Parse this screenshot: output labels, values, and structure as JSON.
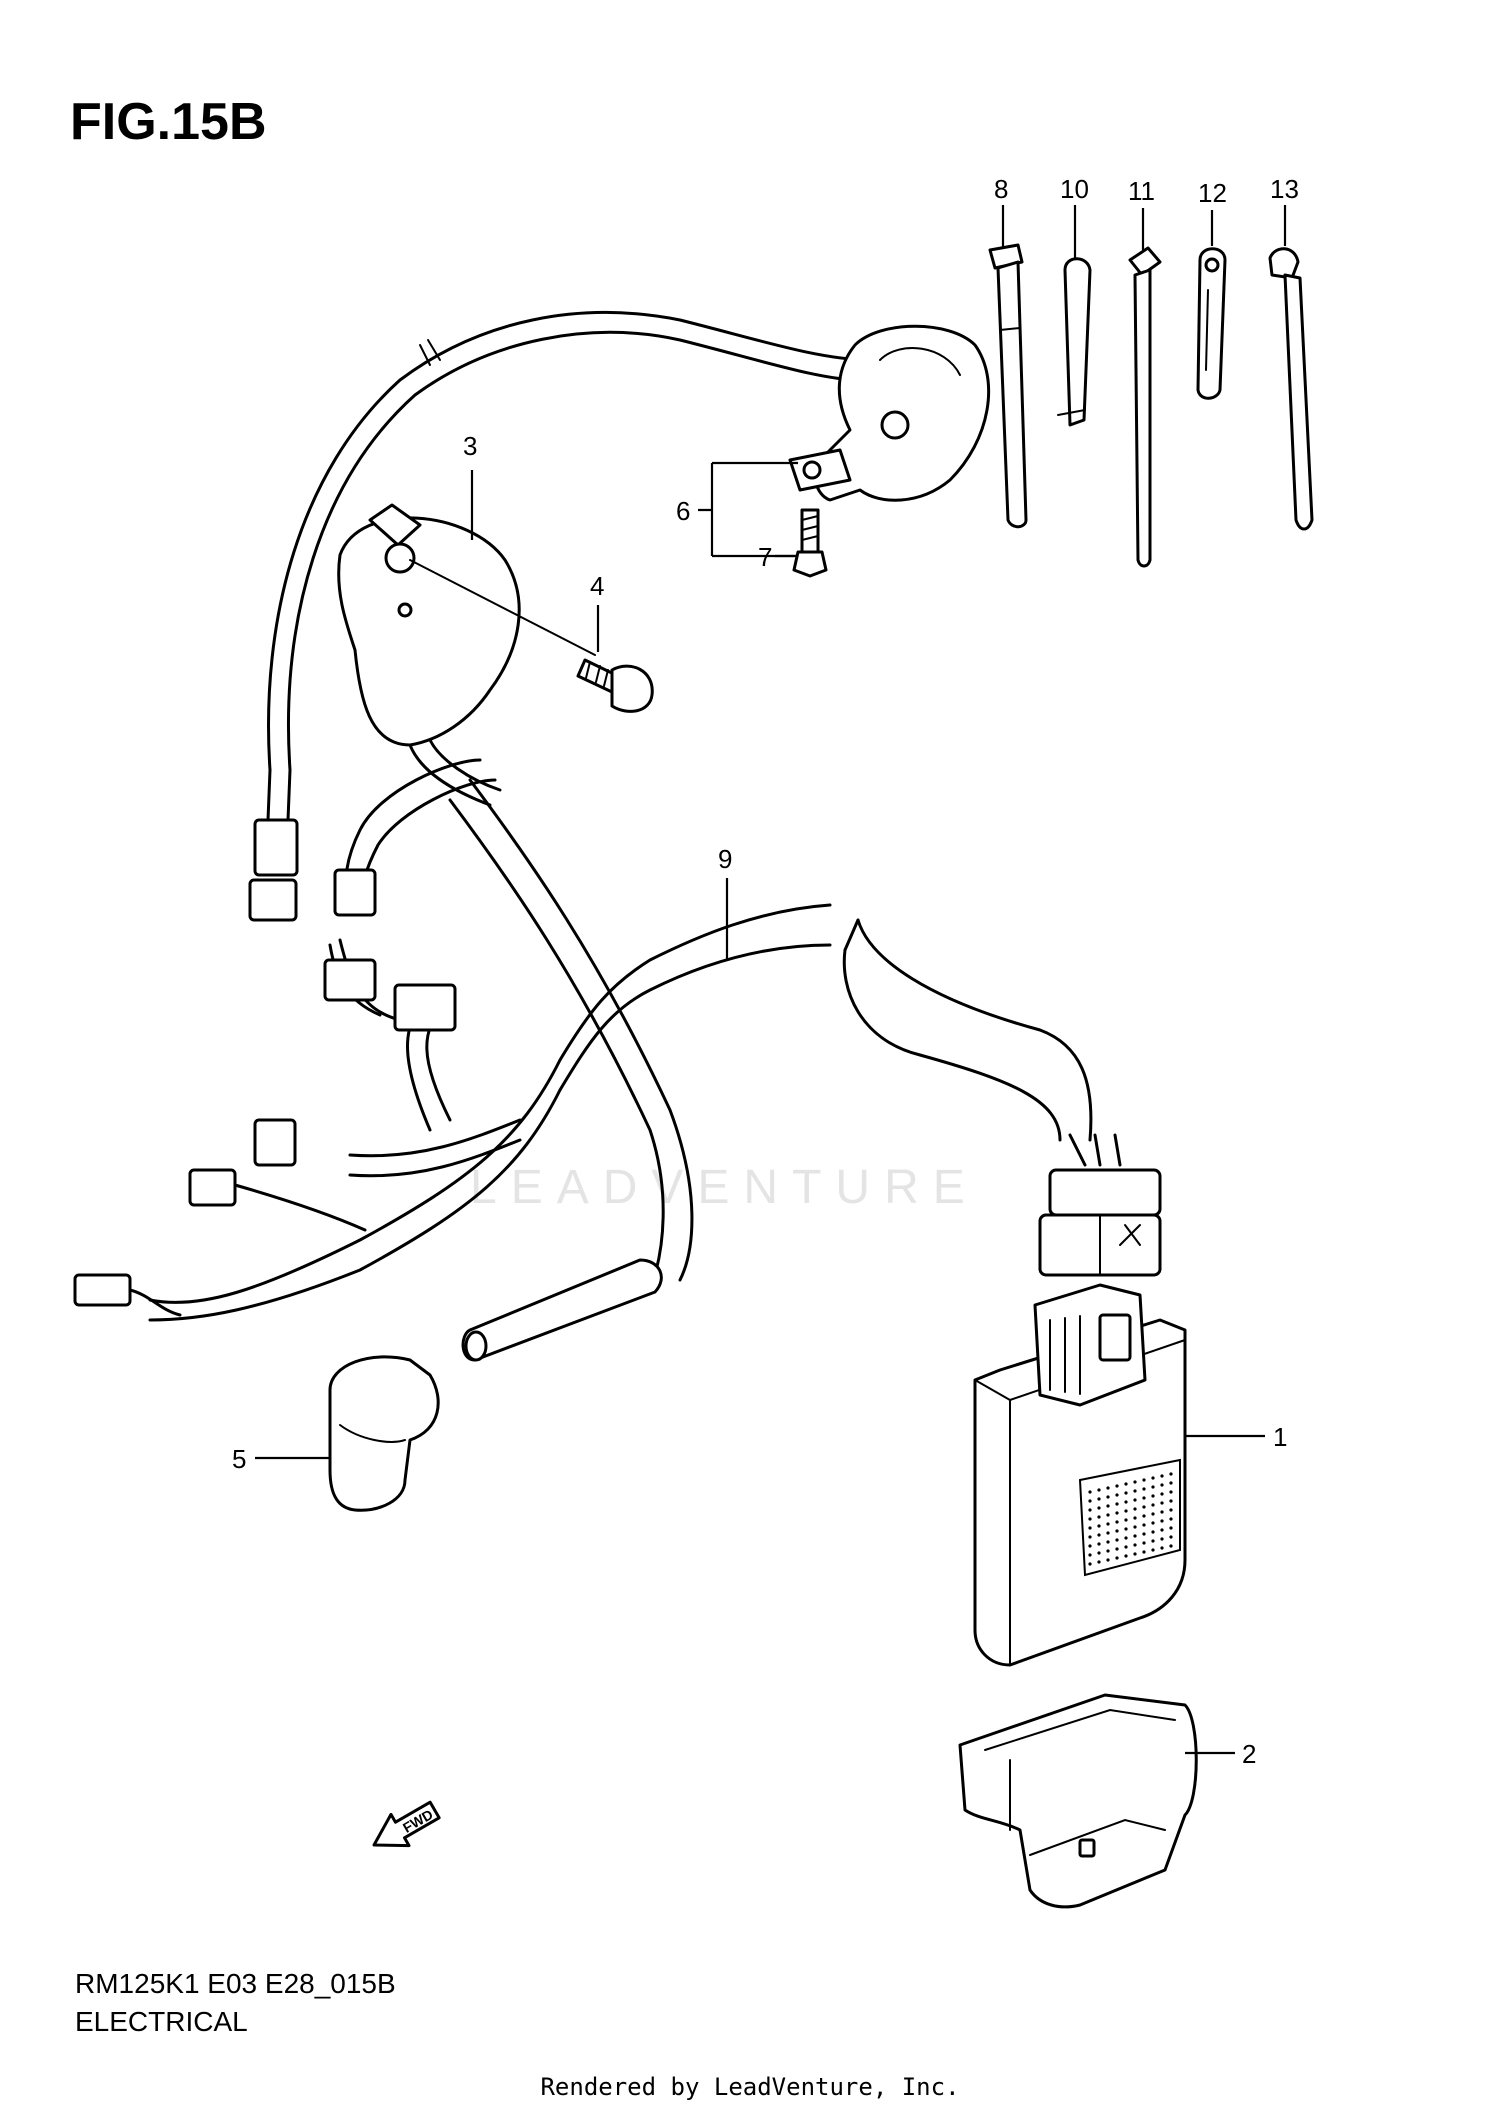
{
  "figure": {
    "title": "FIG.15B",
    "code": "RM125K1 E03 E28_015B",
    "section": "ELECTRICAL",
    "credit": "Rendered by LeadVenture, Inc.",
    "watermark": "LEADVENTURE",
    "fwd_label": "FWD"
  },
  "callouts": [
    "1",
    "2",
    "3",
    "4",
    "5",
    "6",
    "7",
    "8",
    "9",
    "10",
    "11",
    "12",
    "13"
  ]
}
